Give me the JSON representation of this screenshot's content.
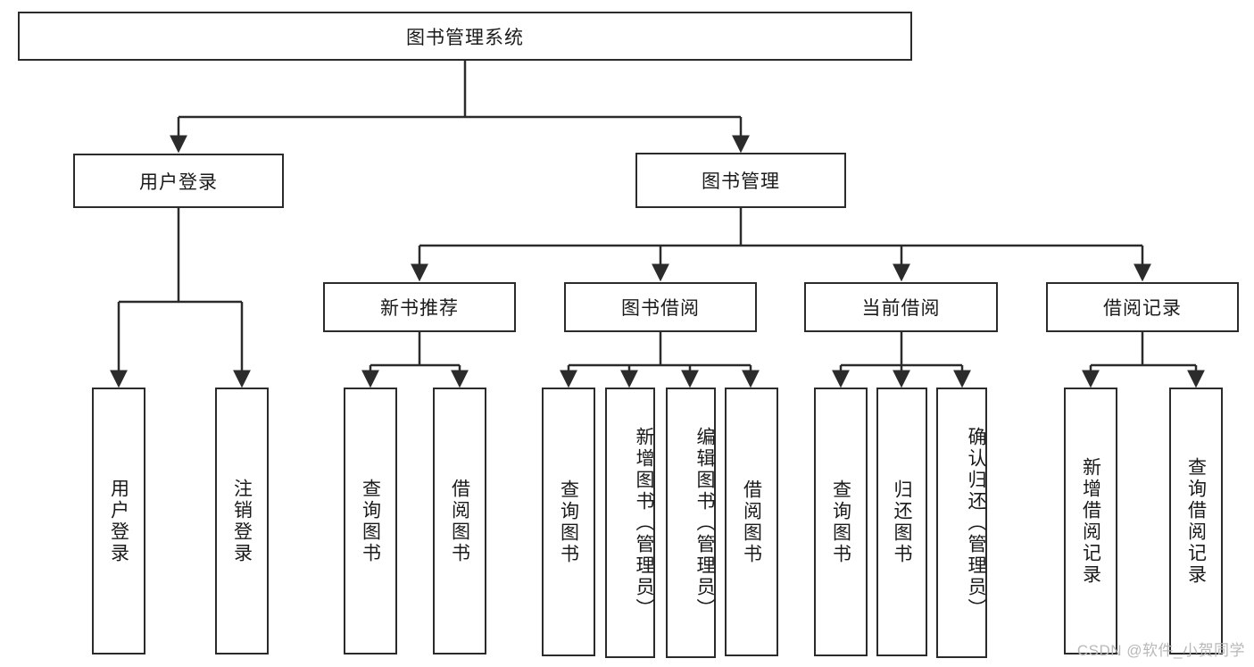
{
  "diagram": {
    "title": "图书管理系统",
    "root": {
      "label": "图书管理系统"
    },
    "level1": [
      {
        "label": "用户登录"
      },
      {
        "label": "图书管理"
      }
    ],
    "level2": [
      {
        "label": "新书推荐"
      },
      {
        "label": "图书借阅"
      },
      {
        "label": "当前借阅"
      },
      {
        "label": "借阅记录"
      }
    ],
    "leaves": {
      "user_login": [
        {
          "label": "用户登录"
        },
        {
          "label": "注销登录"
        }
      ],
      "new_book_recommend": [
        {
          "label": "查询图书"
        },
        {
          "label": "借阅图书"
        }
      ],
      "book_borrow": [
        {
          "label": "查询图书"
        },
        {
          "label": "新增图书（管理员）"
        },
        {
          "label": "编辑图书（管理员）"
        },
        {
          "label": "借阅图书"
        }
      ],
      "current_borrow": [
        {
          "label": "查询图书"
        },
        {
          "label": "归还图书"
        },
        {
          "label": "确认归还（管理员）"
        }
      ],
      "borrow_record": [
        {
          "label": "新增借阅记录"
        },
        {
          "label": "查询借阅记录"
        }
      ]
    }
  },
  "watermark": {
    "text": "CSDN @软件_小贺同学"
  },
  "colors": {
    "stroke": "#2b2b2b",
    "background": "#ffffff",
    "text": "#1a1a1a",
    "watermark": "#b8b8b8"
  }
}
